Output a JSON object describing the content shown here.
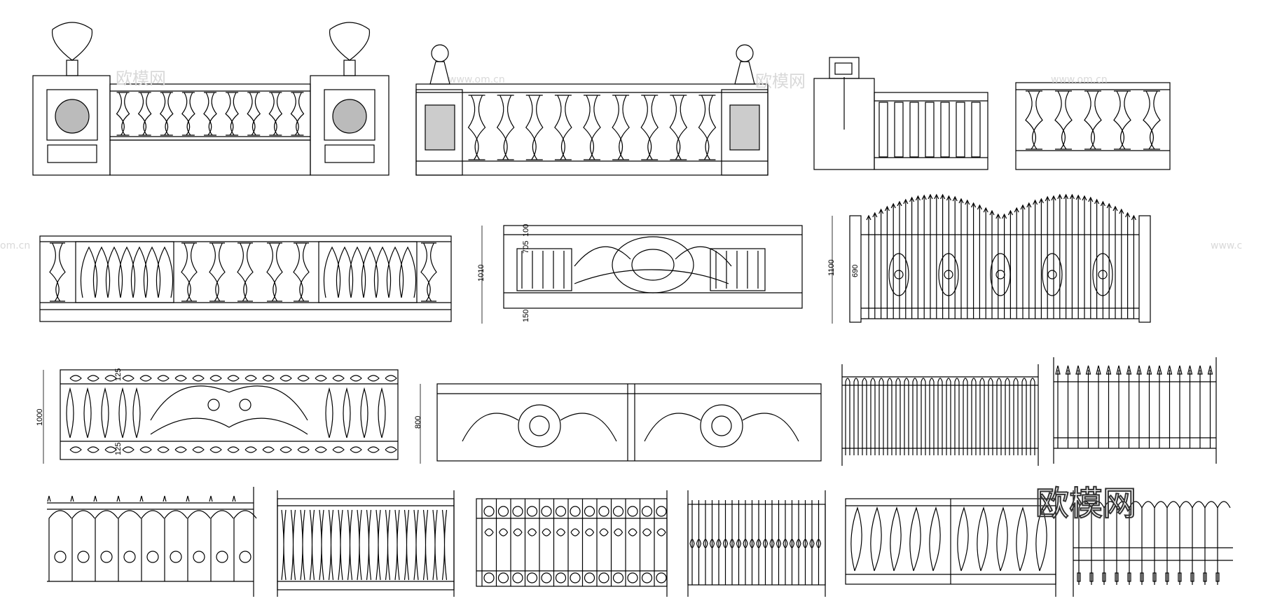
{
  "dimensions": {
    "d1010": "1010",
    "d705": "705",
    "d100": "100",
    "d150": "150",
    "d1100": "1100",
    "d690": "690",
    "d1000": "1000",
    "d125a": "125",
    "d125b": "125",
    "d800": "800"
  },
  "watermarks": {
    "small_cn": "欧模网",
    "url": "www.om.cn",
    "url_edge_left": "om.cn",
    "url_edge_right": "www.c",
    "big": "欧模网"
  },
  "colors": {
    "line": "#000000",
    "background": "#ffffff",
    "watermark": "#d9d9d9"
  }
}
